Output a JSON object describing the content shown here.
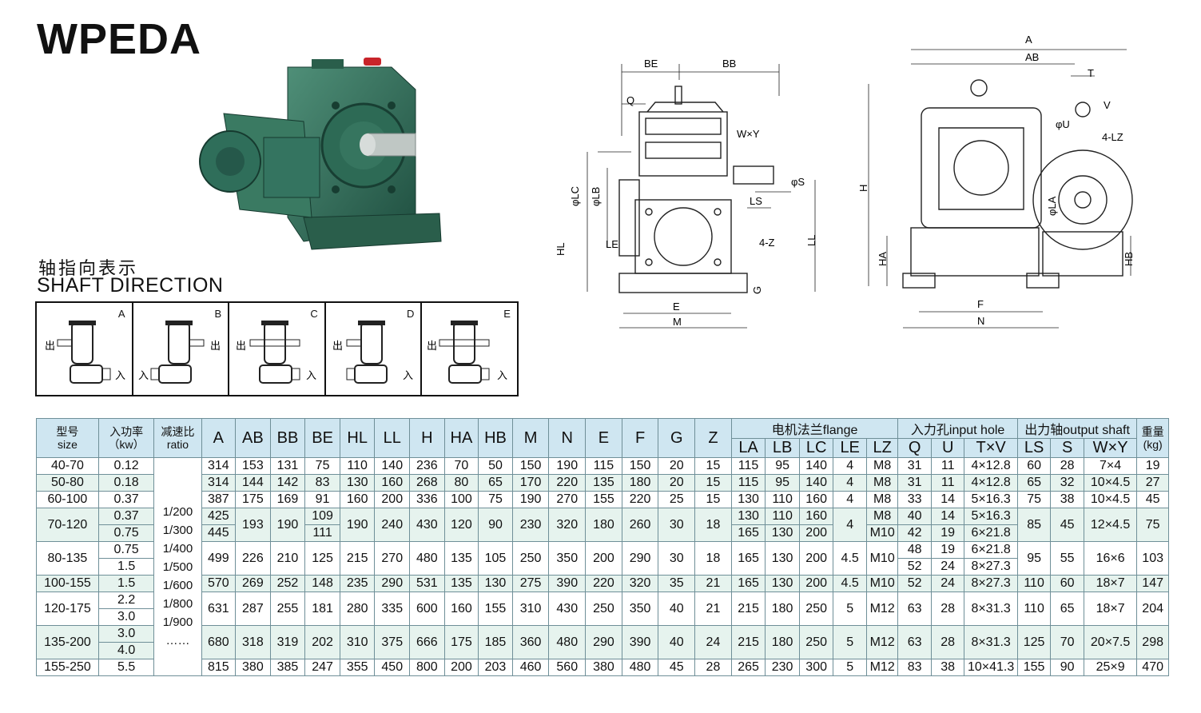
{
  "title": "WPEDA",
  "shaft_direction": {
    "label_cn": "轴指向表示",
    "label_en": "SHAFT DIRECTION",
    "arrangements": [
      {
        "letter": "A",
        "out_label": "出",
        "in_label": "入"
      },
      {
        "letter": "B",
        "out_label": "出",
        "in_label": "入"
      },
      {
        "letter": "C",
        "out_label": "出",
        "in_label": "入"
      },
      {
        "letter": "D",
        "out_label": "出",
        "in_label": "入"
      },
      {
        "letter": "E",
        "out_label": "出",
        "in_label": "入"
      }
    ]
  },
  "drawing1": {
    "BE": "BE",
    "BB": "BB",
    "Q": "Q",
    "WxY": "W×Y",
    "S": "φS",
    "LS": "LS",
    "LC": "φLC",
    "LB": "φLB",
    "LE": "LE",
    "Z": "4-Z",
    "HL": "HL",
    "LL": "LL",
    "G": "G",
    "E": "E",
    "M": "M"
  },
  "drawing2": {
    "A": "A",
    "AB": "AB",
    "T": "T",
    "V": "V",
    "U": "φU",
    "LZ": "4-LZ",
    "H": "H",
    "LA": "φLA",
    "HA": "HA",
    "HB": "HB",
    "F": "F",
    "N": "N"
  },
  "table": {
    "headers": {
      "size_cn": "型号",
      "size_en": "size",
      "power_cn": "入功率",
      "power_en": "（kw）",
      "ratio_cn": "减速比",
      "ratio_en": "ratio",
      "flange_group": "电机法兰flange",
      "input_group": "入力孔input hole",
      "output_group": "出力轴output shaft",
      "weight_cn": "重量",
      "weight_en": "(kg)",
      "cols": [
        "A",
        "AB",
        "BB",
        "BE",
        "HL",
        "LL",
        "H",
        "HA",
        "HB",
        "M",
        "N",
        "E",
        "F",
        "G",
        "Z"
      ],
      "flange_cols": [
        "LA",
        "LB",
        "LC",
        "LE",
        "LZ"
      ],
      "input_cols": [
        "Q",
        "U",
        "T×V"
      ],
      "output_cols": [
        "LS",
        "S",
        "W×Y"
      ]
    },
    "ratio_list": [
      "1/200",
      "1/300",
      "1/400",
      "1/500",
      "1/600",
      "1/800",
      "1/900",
      "……"
    ],
    "rows": [
      {
        "size": "40-70",
        "power": [
          "0.12"
        ],
        "A": [
          "314"
        ],
        "AB": "153",
        "BB": "131",
        "BE": [
          "75"
        ],
        "HL": "110",
        "LL": "140",
        "H": "236",
        "HA": "70",
        "HB": "50",
        "M": "150",
        "N": "190",
        "E": "115",
        "F": "150",
        "G": "20",
        "Z": "15",
        "LA": [
          "115"
        ],
        "LB": [
          "95"
        ],
        "LC": [
          "140"
        ],
        "LE": "4",
        "LZ": [
          "M8"
        ],
        "Q": [
          "31"
        ],
        "U": [
          "11"
        ],
        "TV": [
          "4×12.8"
        ],
        "LS": "60",
        "S": "28",
        "WY": "7×4",
        "W": "19"
      },
      {
        "size": "50-80",
        "power": [
          "0.18"
        ],
        "A": [
          "314"
        ],
        "AB": "144",
        "BB": "142",
        "BE": [
          "83"
        ],
        "HL": "130",
        "LL": "160",
        "H": "268",
        "HA": "80",
        "HB": "65",
        "M": "170",
        "N": "220",
        "E": "135",
        "F": "180",
        "G": "20",
        "Z": "15",
        "LA": [
          "115"
        ],
        "LB": [
          "95"
        ],
        "LC": [
          "140"
        ],
        "LE": "4",
        "LZ": [
          "M8"
        ],
        "Q": [
          "31"
        ],
        "U": [
          "11"
        ],
        "TV": [
          "4×12.8"
        ],
        "LS": "65",
        "S": "32",
        "WY": "10×4.5",
        "W": "27"
      },
      {
        "size": "60-100",
        "power": [
          "0.37"
        ],
        "A": [
          "387"
        ],
        "AB": "175",
        "BB": "169",
        "BE": [
          "91"
        ],
        "HL": "160",
        "LL": "200",
        "H": "336",
        "HA": "100",
        "HB": "75",
        "M": "190",
        "N": "270",
        "E": "155",
        "F": "220",
        "G": "25",
        "Z": "15",
        "LA": [
          "130"
        ],
        "LB": [
          "110"
        ],
        "LC": [
          "160"
        ],
        "LE": "4",
        "LZ": [
          "M8"
        ],
        "Q": [
          "33"
        ],
        "U": [
          "14"
        ],
        "TV": [
          "5×16.3"
        ],
        "LS": "75",
        "S": "38",
        "WY": "10×4.5",
        "W": "45"
      },
      {
        "size": "70-120",
        "power": [
          "0.37",
          "0.75"
        ],
        "A": [
          "425",
          "445"
        ],
        "AB": "193",
        "BB": "190",
        "BE": [
          "109",
          "111"
        ],
        "HL": "190",
        "LL": "240",
        "H": "430",
        "HA": "120",
        "HB": "90",
        "M": "230",
        "N": "320",
        "E": "180",
        "F": "260",
        "G": "30",
        "Z": "18",
        "LA": [
          "130",
          "165"
        ],
        "LB": [
          "110",
          "130"
        ],
        "LC": [
          "160",
          "200"
        ],
        "LE": "4",
        "LZ": [
          "M8",
          "M10"
        ],
        "Q": [
          "40",
          "42"
        ],
        "U": [
          "14",
          "19"
        ],
        "TV": [
          "5×16.3",
          "6×21.8"
        ],
        "LS": "85",
        "S": "45",
        "WY": "12×4.5",
        "W": "75"
      },
      {
        "size": "80-135",
        "power": [
          "0.75",
          "1.5"
        ],
        "A": [
          "499"
        ],
        "AB": "226",
        "BB": "210",
        "BE": [
          "125"
        ],
        "HL": "215",
        "LL": "270",
        "H": "480",
        "HA": "135",
        "HB": "105",
        "M": "250",
        "N": "350",
        "E": "200",
        "F": "290",
        "G": "30",
        "Z": "18",
        "LA": [
          "165"
        ],
        "LB": [
          "130"
        ],
        "LC": [
          "200"
        ],
        "LE": "4.5",
        "LZ": [
          "M10"
        ],
        "Q": [
          "48",
          "52"
        ],
        "U": [
          "19",
          "24"
        ],
        "TV": [
          "6×21.8",
          "8×27.3"
        ],
        "LS": "95",
        "S": "55",
        "WY": "16×6",
        "W": "103"
      },
      {
        "size": "100-155",
        "power": [
          "1.5"
        ],
        "A": [
          "570"
        ],
        "AB": "269",
        "BB": "252",
        "BE": [
          "148"
        ],
        "HL": "235",
        "LL": "290",
        "H": "531",
        "HA": "135",
        "HB": "130",
        "M": "275",
        "N": "390",
        "E": "220",
        "F": "320",
        "G": "35",
        "Z": "21",
        "LA": [
          "165"
        ],
        "LB": [
          "130"
        ],
        "LC": [
          "200"
        ],
        "LE": "4.5",
        "LZ": [
          "M10"
        ],
        "Q": [
          "52"
        ],
        "U": [
          "24"
        ],
        "TV": [
          "8×27.3"
        ],
        "LS": "110",
        "S": "60",
        "WY": "18×7",
        "W": "147"
      },
      {
        "size": "120-175",
        "power": [
          "2.2",
          "3.0"
        ],
        "A": [
          "631"
        ],
        "AB": "287",
        "BB": "255",
        "BE": [
          "181"
        ],
        "HL": "280",
        "LL": "335",
        "H": "600",
        "HA": "160",
        "HB": "155",
        "M": "310",
        "N": "430",
        "E": "250",
        "F": "350",
        "G": "40",
        "Z": "21",
        "LA": [
          "215"
        ],
        "LB": [
          "180"
        ],
        "LC": [
          "250"
        ],
        "LE": "5",
        "LZ": [
          "M12"
        ],
        "Q": [
          "63"
        ],
        "U": [
          "28"
        ],
        "TV": [
          "8×31.3"
        ],
        "LS": "110",
        "S": "65",
        "WY": "18×7",
        "W": "204"
      },
      {
        "size": "135-200",
        "power": [
          "3.0",
          "4.0"
        ],
        "A": [
          "680"
        ],
        "AB": "318",
        "BB": "319",
        "BE": [
          "202"
        ],
        "HL": "310",
        "LL": "375",
        "H": "666",
        "HA": "175",
        "HB": "185",
        "M": "360",
        "N": "480",
        "E": "290",
        "F": "390",
        "G": "40",
        "Z": "24",
        "LA": [
          "215"
        ],
        "LB": [
          "180"
        ],
        "LC": [
          "250"
        ],
        "LE": "5",
        "LZ": [
          "M12"
        ],
        "Q": [
          "63"
        ],
        "U": [
          "28"
        ],
        "TV": [
          "8×31.3"
        ],
        "LS": "125",
        "S": "70",
        "WY": "20×7.5",
        "W": "298"
      },
      {
        "size": "155-250",
        "power": [
          "5.5"
        ],
        "A": [
          "815"
        ],
        "AB": "380",
        "BB": "385",
        "BE": [
          "247"
        ],
        "HL": "355",
        "LL": "450",
        "H": "800",
        "HA": "200",
        "HB": "203",
        "M": "460",
        "N": "560",
        "E": "380",
        "F": "480",
        "G": "45",
        "Z": "28",
        "LA": [
          "265"
        ],
        "LB": [
          "230"
        ],
        "LC": [
          "300"
        ],
        "LE": "5",
        "LZ": [
          "M12"
        ],
        "Q": [
          "83"
        ],
        "U": [
          "38"
        ],
        "TV": [
          "10×41.3"
        ],
        "LS": "155",
        "S": "90",
        "WY": "25×9",
        "W": "470"
      }
    ]
  },
  "colors": {
    "header_bg": "#cfe6f1",
    "row_alt_bg": "#e6f3ee",
    "gearbox_green": "#2f6e5a",
    "border": "#6f8f98"
  }
}
